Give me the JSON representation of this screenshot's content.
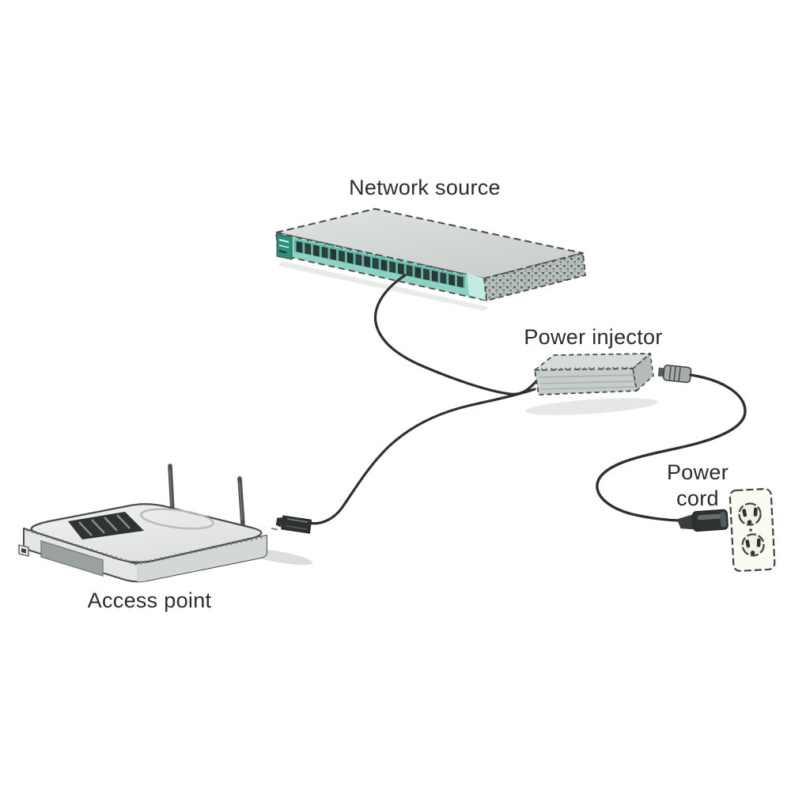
{
  "diagram": {
    "type": "hardware-connection-diagram",
    "background": "#ffffff",
    "labels": {
      "network_source": "Network source",
      "power_injector": "Power injector",
      "power_cord_line1": "Power",
      "power_cord_line2": "cord",
      "access_point": "Access point"
    },
    "devices": [
      {
        "name": "network-switch",
        "label": "Network source",
        "port_count": 20
      },
      {
        "name": "power-injector",
        "label": "Power injector"
      },
      {
        "name": "wall-outlet",
        "label": "Power cord",
        "socket_count": 2
      },
      {
        "name": "access-point",
        "label": "Access point",
        "antenna_count": 2
      }
    ],
    "connections": [
      {
        "from": "network-switch",
        "to": "power-injector",
        "type": "ethernet-cable"
      },
      {
        "from": "power-injector",
        "to": "access-point",
        "type": "ethernet-cable-with-power"
      },
      {
        "from": "wall-outlet",
        "to": "power-injector",
        "type": "power-cord"
      }
    ],
    "colors": {
      "switch_teal": "#8ed2c4",
      "switch_teal_dark": "#5fb8a7",
      "switch_badge": "#2f8f7e",
      "device_gray_top": "#d7dcda",
      "device_gray_front": "#c7cdcb",
      "line_art": "#424846",
      "cable": "#2c302f",
      "label_text": "#2b2b2b"
    }
  }
}
